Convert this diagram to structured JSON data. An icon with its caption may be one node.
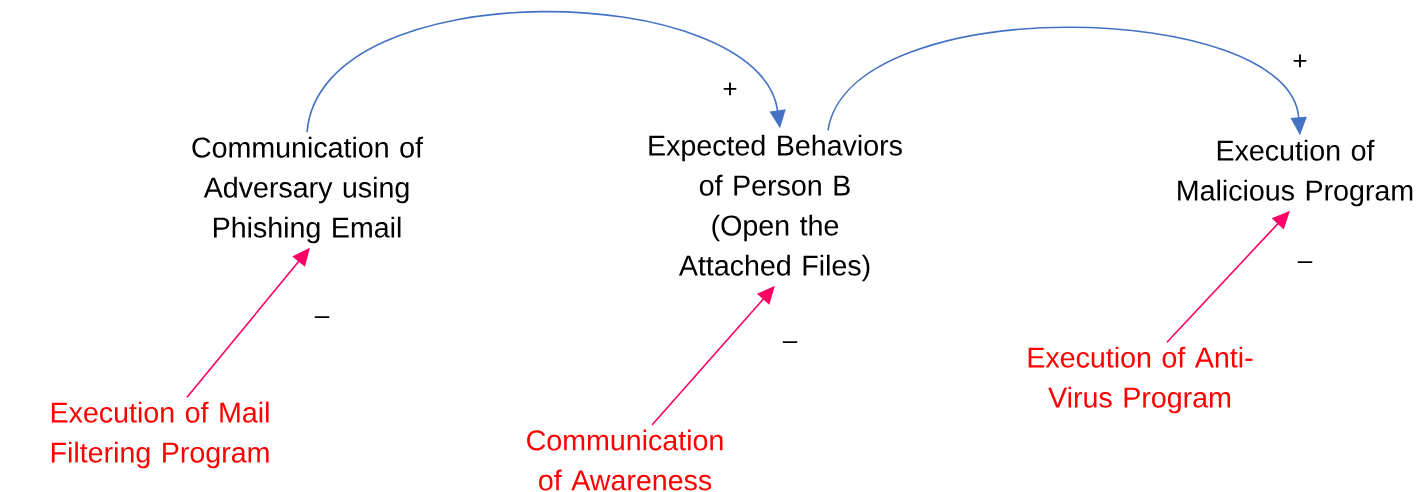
{
  "diagram": {
    "nodes": [
      {
        "text": [
          "Communication of Adversary using Phishing Email"
        ]
      },
      {
        "text": [
          "Expected Behaviors of Person B",
          "(Open the Attached Files)"
        ]
      },
      {
        "text": [
          "Execution of Malicious Program"
        ]
      },
      {
        "text": [
          "Execution of Mail Filtering Program"
        ]
      },
      {
        "text": [
          "Communication of Awareness"
        ]
      },
      {
        "text": [
          "Execution of Anti-Virus Program"
        ]
      }
    ],
    "edges": [
      {
        "from": 0,
        "to": 1,
        "arrow": "to",
        "label": "+",
        "color": "#4472c4"
      },
      {
        "from": 1,
        "to": 2,
        "arrow": "to",
        "label": "+",
        "color": "#4472c4"
      },
      {
        "from": 3,
        "to": 0,
        "arrow": "to",
        "label": "–",
        "color": "#ff0066"
      },
      {
        "from": 4,
        "to": 1,
        "arrow": "to",
        "label": "–",
        "color": "#ff0066"
      },
      {
        "from": 5,
        "to": 2,
        "arrow": "to",
        "label": "–",
        "color": "#ff0066"
      }
    ]
  }
}
